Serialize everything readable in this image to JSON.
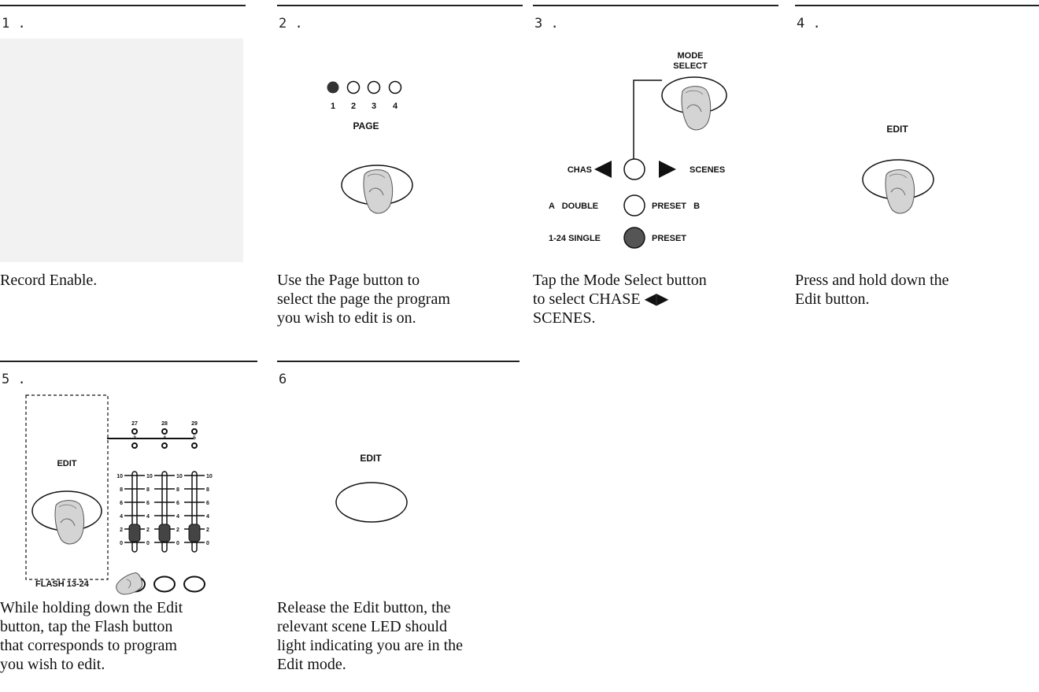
{
  "steps": [
    {
      "number": "1 .",
      "description": [
        "Record Enable."
      ]
    },
    {
      "number": "2 .",
      "description": [
        "Use the Page button to",
        "select the page the program",
        "you wish to edit is on."
      ],
      "figure": {
        "page_numbers": [
          "1",
          "2",
          "3",
          "4"
        ],
        "button_label": "PAGE"
      }
    },
    {
      "number": "3 .",
      "description": [
        "Tap the Mode Select button",
        "to select CHASE ◀▶",
        "SCENES."
      ],
      "figure": {
        "mode_select_line1": "MODE",
        "mode_select_line2": "SELECT",
        "chase_label": "CHAS",
        "scenes_label": "SCENES",
        "double_left": "A   DOUBLE",
        "double_right": "PRESET   B",
        "single_left": "1-24 SINGLE",
        "single_right": "PRESET"
      }
    },
    {
      "number": "4 .",
      "description": [
        "Press and hold down the",
        "Edit button."
      ],
      "figure": {
        "button_label": "EDIT"
      }
    },
    {
      "number": "5 .",
      "description": [
        "While holding down the Edit",
        "button, tap the Flash button",
        "that corresponds to program",
        "you wish to edit."
      ],
      "figure": {
        "edit_label": "EDIT",
        "channel_numbers": [
          "27",
          "28",
          "29"
        ],
        "scene_numbers": [
          "3",
          "4",
          "5"
        ],
        "scale_ticks": [
          "10",
          "8",
          "6",
          "4",
          "2",
          "0"
        ],
        "flash_label": "FLASH 13-24"
      }
    },
    {
      "number": "6",
      "description": [
        "Release the Edit button, the",
        "relevant scene LED should",
        "light indicating you are in the",
        "Edit mode."
      ],
      "figure": {
        "button_label": "EDIT"
      }
    }
  ]
}
